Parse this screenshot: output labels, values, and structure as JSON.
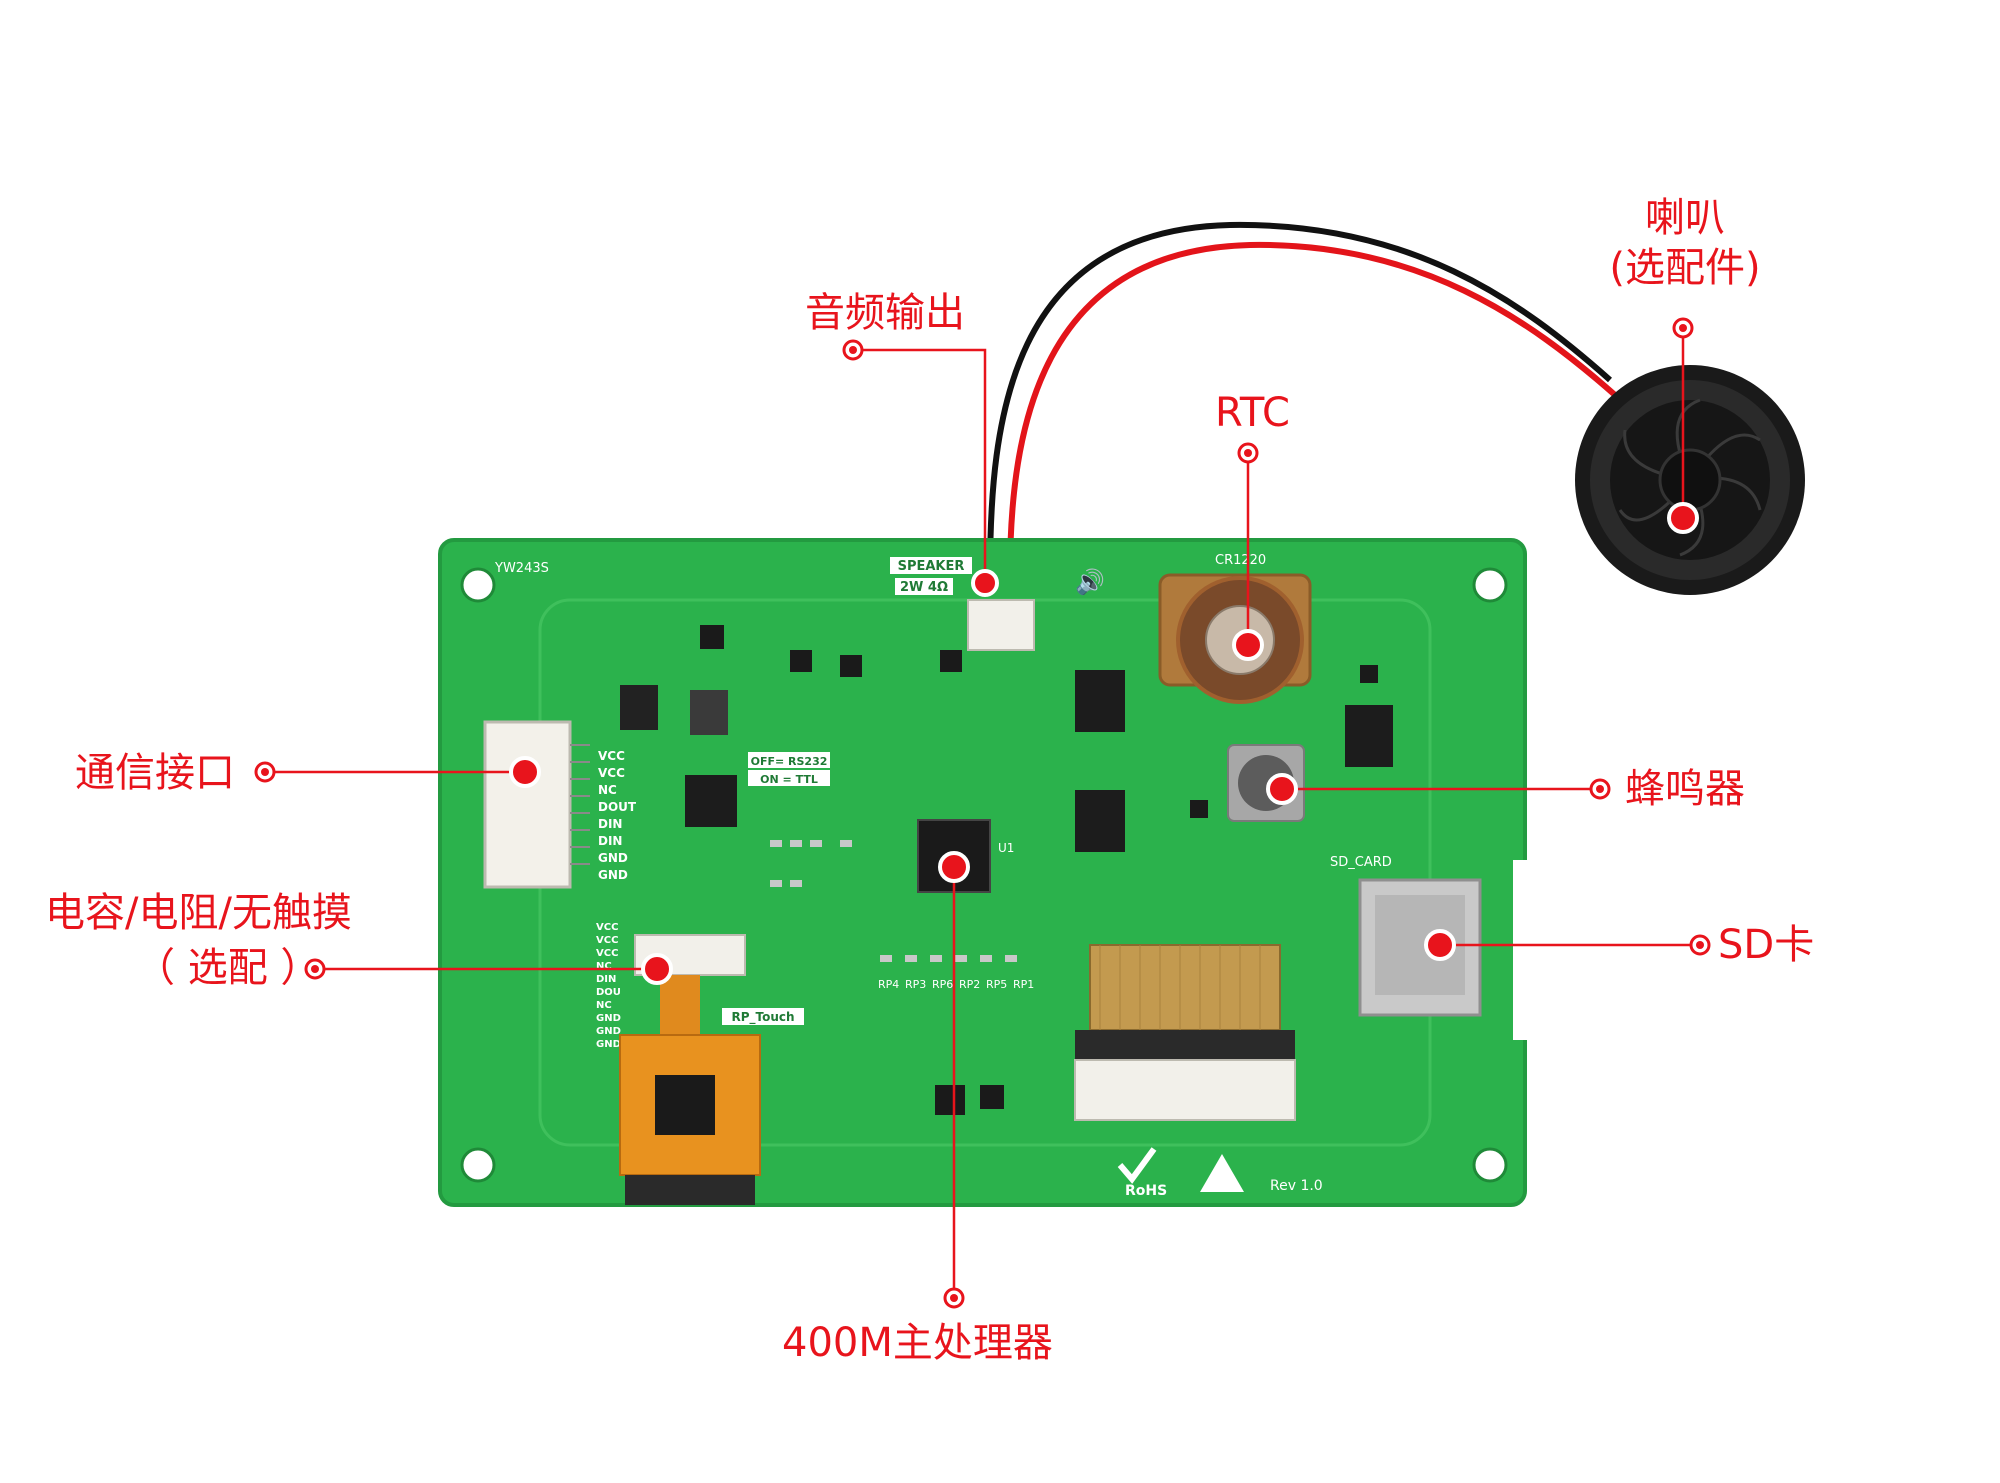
{
  "callouts": {
    "audio_output": "音频输出",
    "speaker_line1": "喇叭",
    "speaker_line2": "(选配件)",
    "rtc": "RTC",
    "comm_interface": "通信接口",
    "buzzer": "蜂鸣器",
    "optional_line1": "电容/电阻/无触摸",
    "optional_line2": "（ 选配 ）",
    "sd_card": "SD卡",
    "processor": "400M主处理器"
  },
  "board_silkscreen": {
    "model": "YW243S",
    "speaker_label": "SPEAKER",
    "speaker_spec": "2W 4Ω",
    "rtc_battery": "CR1220",
    "sd_label": "SD_CARD",
    "rs232_switch_off": "OFF= RS232",
    "rs232_switch_on": "ON = TTL",
    "touch_label": "RP_Touch",
    "header_pins": [
      "VCC",
      "VCC",
      "NC",
      "DOUT",
      "DIN",
      "DIN",
      "GND",
      "GND"
    ],
    "touch_pins": [
      "VCC",
      "VCC",
      "VCC",
      "NC",
      "DIN",
      "DOU",
      "NC",
      "GND",
      "GND",
      "GND"
    ],
    "rohs": "RoHS",
    "revision": "Rev 1.0",
    "resistor_packs": [
      "RP4",
      "RP3",
      "RP6",
      "RP2",
      "RP5",
      "RP1"
    ],
    "chip_label": "U1"
  },
  "colors": {
    "callout_red": "#e8141c",
    "pcb_green": "#2bb24c",
    "pcb_edge": "#239a40",
    "wire_red": "#e3141a",
    "wire_black": "#111111"
  }
}
